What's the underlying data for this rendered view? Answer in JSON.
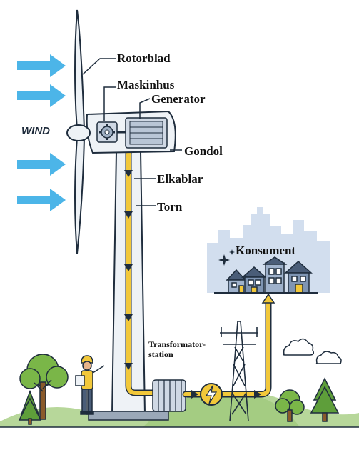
{
  "labels": {
    "rotorblad": "Rotorblad",
    "maskinhus": "Maskinhus",
    "generator": "Generator",
    "gondol": "Gondol",
    "elkablar": "Elkablar",
    "torn": "Torn",
    "konsument": "Konsument",
    "transformator_line1": "Transformator-",
    "transformator_line2": "station",
    "wind": "WIND"
  },
  "colors": {
    "wind_arrow": "#4cb5e8",
    "cable": "#f2c83a",
    "tower": "#eef2f6",
    "outline": "#1f2d3d",
    "city": "#c9d6e8",
    "tree": "#7ab648",
    "ground": "#b7d79a"
  },
  "icons": [
    "gear-icon",
    "lightning-icon",
    "person-worker-icon",
    "tree-icon",
    "cloud-icon",
    "house-icon",
    "sparkle-icon",
    "pylon-icon"
  ]
}
